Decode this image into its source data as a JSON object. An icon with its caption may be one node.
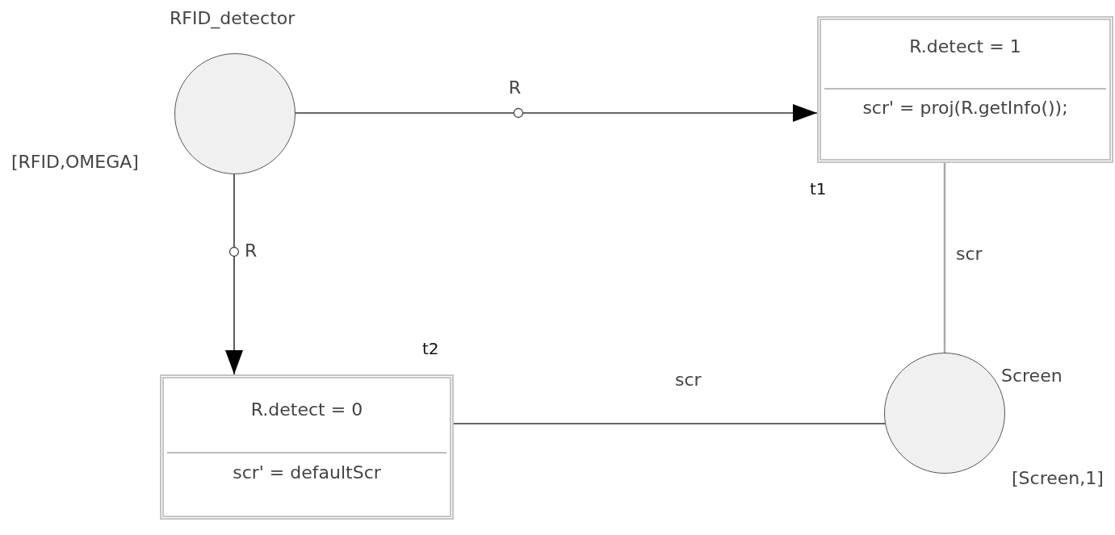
{
  "diagram": {
    "nodes": [
      {
        "text": [],
        "shape": "circle",
        "beside": [
          "RFID_detector",
          "[RFID,OMEGA]"
        ]
      },
      {
        "text": [
          "R.detect = 1",
          "scr' = proj(R.getInfo());"
        ],
        "beside": [
          "t1"
        ]
      },
      {
        "text": [
          "R.detect = 0",
          "scr' = defaultScr"
        ],
        "beside": [
          "t2"
        ]
      },
      {
        "text": [],
        "shape": "circle",
        "beside": [
          "Screen",
          "[Screen,1]"
        ]
      }
    ],
    "edges": [
      {
        "from": 0,
        "to": 1,
        "arrow": "to",
        "label": "R"
      },
      {
        "from": 0,
        "to": 2,
        "arrow": "to",
        "label": "R"
      },
      {
        "from": 1,
        "to": 3,
        "arrow": "none",
        "label": "scr",
        "color": "#aaaaaa"
      },
      {
        "from": 2,
        "to": 3,
        "arrow": "none",
        "label": "scr"
      }
    ]
  }
}
